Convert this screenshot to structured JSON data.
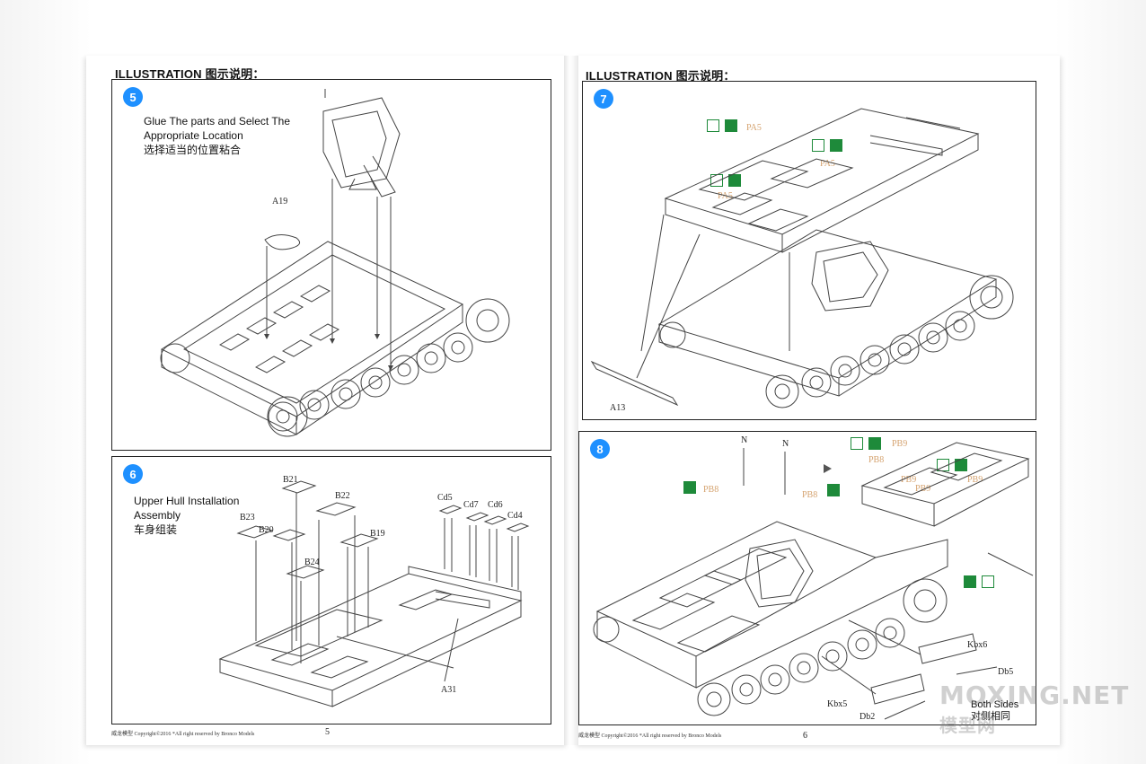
{
  "left_page": {
    "header": "ILLUSTRATION 图示说明：",
    "footer": "威龙模型   Copyright©2016  *All right reserved by Bronco Models",
    "page_number": "5",
    "step5": {
      "number": "5",
      "instruction_line1": "Glue The parts and Select The",
      "instruction_line2": "Appropriate Location",
      "instruction_cn": "选择适当的位置粘合",
      "parts": [
        "A19"
      ]
    },
    "step6": {
      "number": "6",
      "instruction_line1": "Upper Hull Installation",
      "instruction_line2": "Assembly",
      "instruction_cn": "车身组装",
      "parts": [
        "B21",
        "B22",
        "B23",
        "B20",
        "B19",
        "B24",
        "Cd5",
        "Cd7",
        "Cd6",
        "Cd4",
        "A31"
      ]
    }
  },
  "right_page": {
    "header": "ILLUSTRATION 图示说明：",
    "footer": "威龙模型   Copyright©2016  *All right reserved by Bronco Models",
    "page_number": "6",
    "step7": {
      "number": "7",
      "parts": [
        "PA5",
        "PA5",
        "PA5",
        "A13"
      ]
    },
    "step8": {
      "number": "8",
      "parts": [
        "N",
        "N",
        "PB8",
        "PB8",
        "PB8",
        "PB9",
        "PB9",
        "PB9",
        "PB9",
        "Kbx6",
        "Db5",
        "Kbx5",
        "Db2"
      ],
      "label_both_sides": "Both Sides",
      "label_both_sides_cn": "对侧相同"
    }
  },
  "watermark": {
    "line1": "MOXING.NET",
    "line2": "模型网"
  },
  "colors": {
    "step_badge": "#1e90ff",
    "icon_green": "#1e8a3a",
    "photoetch_tan": "#d5a370"
  }
}
